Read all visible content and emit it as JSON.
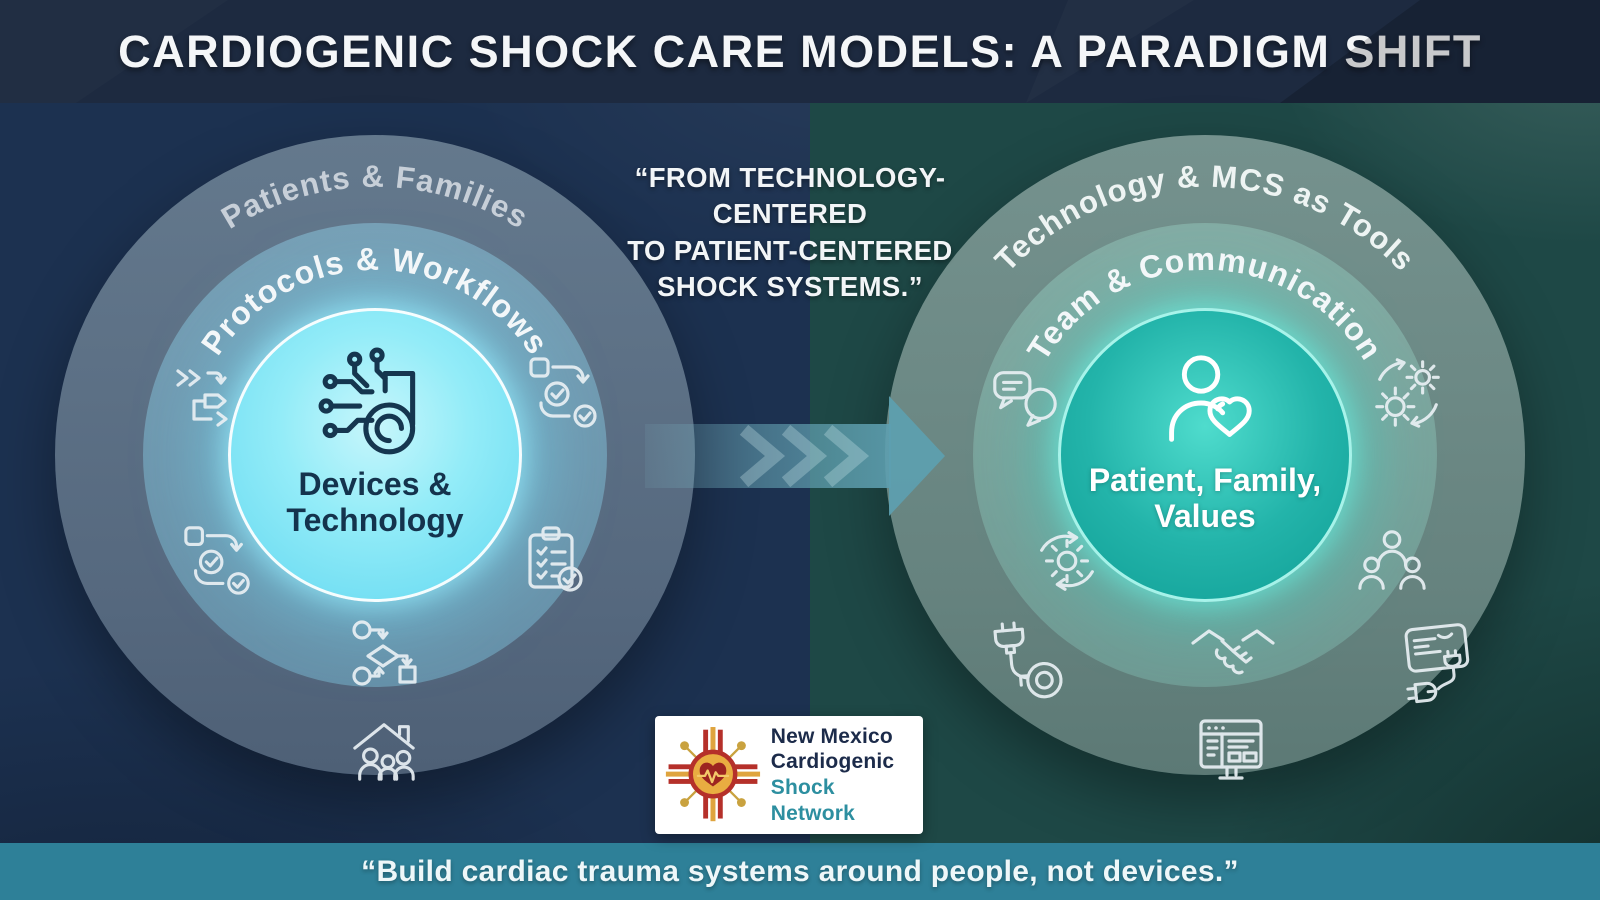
{
  "title": "CARDIOGENIC SHOCK CARE MODELS: A PARADIGM SHIFT",
  "transition_quote": {
    "line1": "“FROM TECHNOLOGY-CENTERED",
    "line2": "TO PATIENT-CENTERED",
    "line3": "SHOCK SYSTEMS.”"
  },
  "left_model": {
    "name": "technology-centered model",
    "outer_ring_label": "Patients & Families",
    "middle_ring_label": "Protocols & Workflows",
    "core": {
      "line1": "Devices &",
      "line2": "Technology",
      "icon": "pump-circuit-icon"
    },
    "ring_icons": [
      "flowchart-arrows-icon",
      "workflow-check-icon",
      "workflow-check-icon",
      "clipboard-checklist-icon",
      "flowchart-icon",
      "family-house-icon"
    ],
    "colors": {
      "outer_ring": "#5d7387",
      "middle_ring": "#6d95ab",
      "core": "#7ce2f3",
      "core_text": "#14334d"
    }
  },
  "right_model": {
    "name": "patient-centered model",
    "outer_ring_label": "Technology & MCS as Tools",
    "middle_ring_label": "Team & Communication",
    "core": {
      "line1": "Patient, Family,",
      "line2": "Values",
      "icon": "person-heart-icon"
    },
    "ring_icons": [
      "chat-bubbles-icon",
      "gears-pair-icon",
      "gear-sync-icon",
      "people-group-icon",
      "plug-pump-icon",
      "handshake-icon",
      "monitor-icon",
      "device-card-plug-icon"
    ],
    "colors": {
      "outer_ring": "#6e8c88",
      "middle_ring": "#7aa49d",
      "core": "#16a79e",
      "core_text": "#ffffff"
    }
  },
  "arrow": {
    "direction": "right",
    "color": "#5d9fb0"
  },
  "logo": {
    "line1": "New Mexico",
    "line2": "Cardiogenic",
    "line3": "Shock Network",
    "symbol": "zia-heart-ekg-icon",
    "colors": {
      "text_primary": "#1c2b4a",
      "text_accent": "#2d8fa0",
      "zia_red": "#b5302a",
      "zia_gold": "#dfa43e"
    }
  },
  "footer_quote": "“Build cardiac trauma systems around people, not devices.”",
  "theme": {
    "header_bg": "#1d2a40",
    "left_bg": "#1c3150",
    "right_bg": "#1e4846",
    "footer_bg": "#2e8098",
    "title_color": "#f4f6f8",
    "core_glow_left": "#7ce2f3",
    "core_glow_right": "#2ee0d0"
  }
}
